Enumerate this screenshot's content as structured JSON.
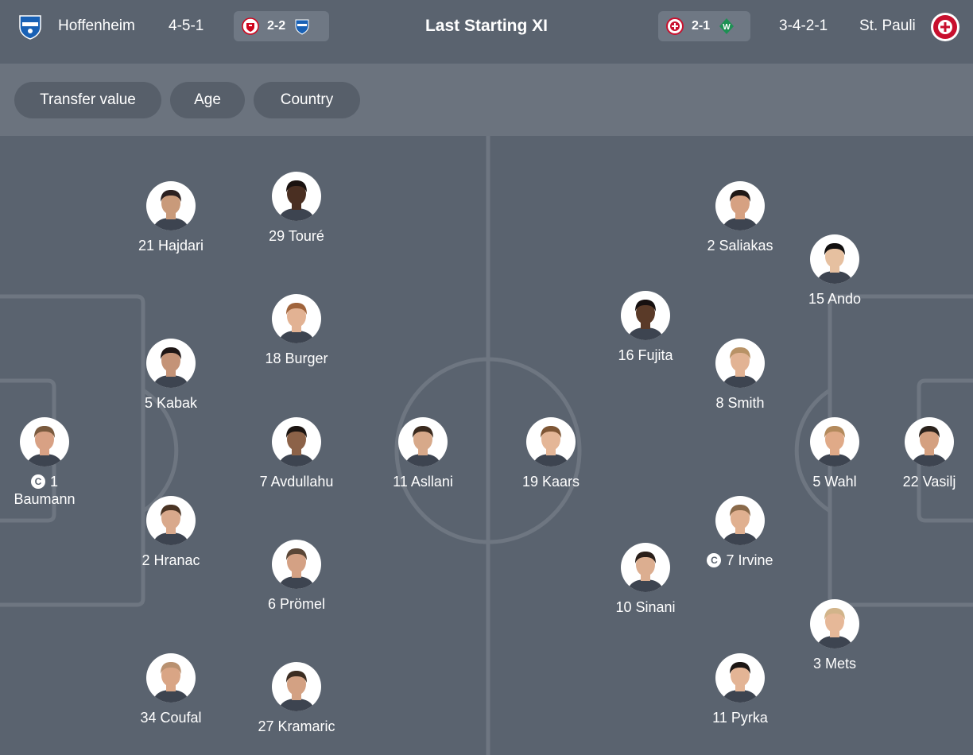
{
  "header": {
    "home_team": "Hoffenheim",
    "home_formation": "4-5-1",
    "home_last_score": "2-2",
    "title": "Last Starting XI",
    "away_last_score": "2-1",
    "away_formation": "3-4-2-1",
    "away_team": "St. Pauli"
  },
  "filters": [
    "Transfer value",
    "Age",
    "Country"
  ],
  "captain_mark": "C",
  "colors": {
    "background": "#5a636f",
    "filter_bar": "#6b737e",
    "pill": "#575f6a",
    "hoffenheim_blue": "#1961b5",
    "st_pauli_red": "#c8102e"
  },
  "home_players": [
    {
      "label": "21 Hajdari",
      "skin": "#c99a7a",
      "hair": "#2b2020"
    },
    {
      "label": "29 Touré",
      "skin": "#4a2f22",
      "hair": "#1a1210"
    },
    {
      "label": "18 Burger",
      "skin": "#e2b293",
      "hair": "#a0643c"
    },
    {
      "label": "5 Kabak",
      "skin": "#c49377",
      "hair": "#1f1716"
    },
    {
      "label": "1",
      "label2": "Baumann",
      "captain": true,
      "skin": "#d8a184",
      "hair": "#7a5a3e"
    },
    {
      "label": "7 Avdullahu",
      "skin": "#8c6248",
      "hair": "#1c1512"
    },
    {
      "label": "11 Asllani",
      "skin": "#d7a98a",
      "hair": "#3a2a1e"
    },
    {
      "label": "2 Hranac",
      "skin": "#d9a98c",
      "hair": "#4a3424"
    },
    {
      "label": "6 Prömel",
      "skin": "#d4a184",
      "hair": "#5a4636"
    },
    {
      "label": "34 Coufal",
      "skin": "#d9a585",
      "hair": "#b99170"
    },
    {
      "label": "27 Kramaric",
      "skin": "#d3a183",
      "hair": "#3c2d22"
    }
  ],
  "away_players": [
    {
      "label": "19 Kaars",
      "skin": "#e4b697",
      "hair": "#7e5635"
    },
    {
      "label": "2 Saliakas",
      "skin": "#d6a182",
      "hair": "#1f1816"
    },
    {
      "label": "15 Ando",
      "skin": "#e6c0a0",
      "hair": "#121010"
    },
    {
      "label": "16 Fujita",
      "skin": "#5a3a28",
      "hair": "#161010"
    },
    {
      "label": "8 Smith",
      "skin": "#e2b394",
      "hair": "#b89266"
    },
    {
      "label": "5 Wahl",
      "skin": "#e0aa88",
      "hair": "#b38a5c"
    },
    {
      "label": "22 Vasilj",
      "skin": "#d4a080",
      "hair": "#2b221c"
    },
    {
      "label": "7 Irvine",
      "captain": true,
      "skin": "#e0b090",
      "hair": "#8a6a4a"
    },
    {
      "label": "10 Sinani",
      "skin": "#dcae90",
      "hair": "#2a1f1a"
    },
    {
      "label": "3 Mets",
      "skin": "#e6b898",
      "hair": "#d2b48a"
    },
    {
      "label": "11 Pyrka",
      "skin": "#e3b495",
      "hair": "#1c1614"
    }
  ]
}
